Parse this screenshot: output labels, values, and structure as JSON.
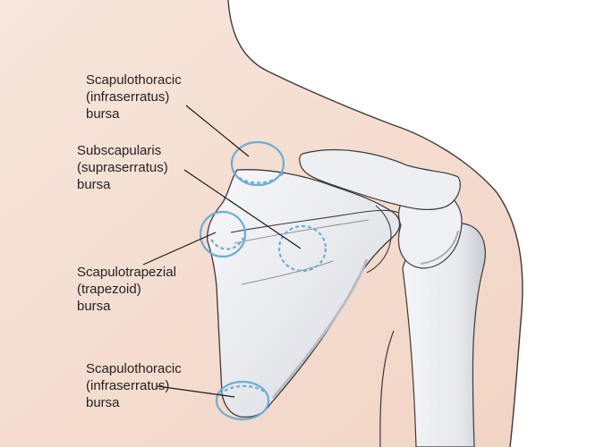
{
  "labels": {
    "scapulothoracic_upper": {
      "line1": "Scapulothoracic",
      "line2": "(infraserratus)",
      "line3": "bursa"
    },
    "subscapularis": {
      "line1": "Subscapularis",
      "line2": "(supraserratus)",
      "line3": "bursa"
    },
    "scapulotrapezial": {
      "line1": "Scapulotrapezial",
      "line2": "(trapezoid)",
      "line3": "bursa"
    },
    "scapulothoracic_lower": {
      "line1": "Scapulothoracic",
      "line2": "(infraserratus)",
      "line3": "bursa"
    }
  },
  "colors": {
    "skin": "#f4ddd0",
    "bone": "#eceef2",
    "bone_shadow": "#c9ccd3",
    "outline": "#3a3a3a",
    "bursa_ring": "#6aaed6",
    "leader": "#1a1a1a",
    "text": "#231f20"
  }
}
